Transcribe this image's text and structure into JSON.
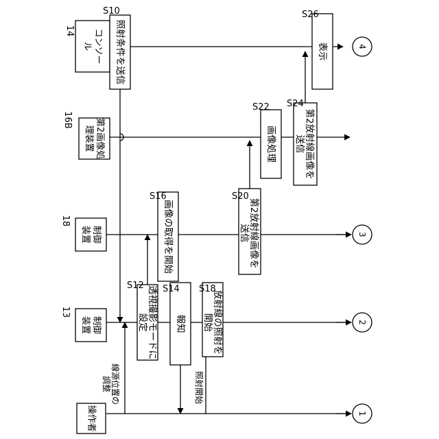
{
  "lanes": {
    "operator": {
      "ref": "",
      "label": "操作者"
    },
    "control_13": {
      "ref": "13",
      "label_lines": [
        "制御",
        "装置"
      ]
    },
    "control_18": {
      "ref": "18",
      "label_lines": [
        "制御",
        "装置"
      ]
    },
    "image_16b": {
      "ref": "16B",
      "label_lines": [
        "第2画像処",
        "理装置"
      ]
    },
    "console_14": {
      "ref": "14",
      "label_lines": [
        "コンソー",
        "ル"
      ]
    }
  },
  "steps": {
    "s10": {
      "id": "S10",
      "text": "照射条件を送信"
    },
    "s12": {
      "id": "S12",
      "text_lines": [
        "透視撮影モードに",
        "設定"
      ]
    },
    "s14": {
      "id": "S14",
      "text": "報知"
    },
    "s16": {
      "id": "S16",
      "text": "画像の取得を開始"
    },
    "s18": {
      "id": "S18",
      "text_lines": [
        "放射線の照射を",
        "開始"
      ]
    },
    "s20": {
      "id": "S20",
      "text_lines": [
        "第2放射線画像を",
        "送信"
      ]
    },
    "s22": {
      "id": "S22",
      "text": "画像処理"
    },
    "s24": {
      "id": "S24",
      "text_lines": [
        "第2放射線画像を",
        "送信"
      ]
    },
    "s26": {
      "id": "S26",
      "text": "表示"
    }
  },
  "messages": {
    "adjust": [
      "線源位置の",
      "調整"
    ],
    "start_irradiation": "照射開始"
  },
  "connectors": [
    "1",
    "2",
    "3",
    "4"
  ]
}
